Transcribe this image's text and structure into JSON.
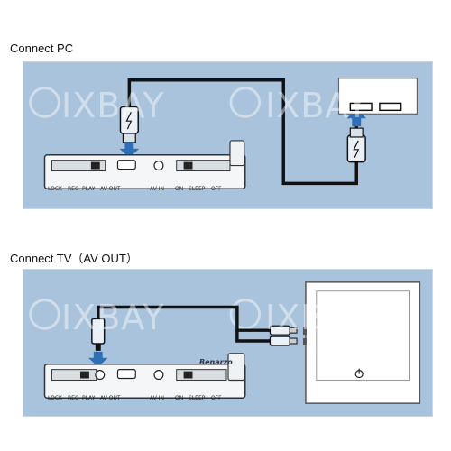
{
  "pc_section": {
    "title": "Connect PC",
    "device_labels": [
      "LOCK",
      "REC",
      "PLAY",
      "AV OUT",
      "AV IN",
      "ON",
      "SLEEP",
      "OFF"
    ]
  },
  "tv_section": {
    "title": "Connect TV（AV OUT）",
    "device_labels": [
      "LOCK",
      "REC",
      "PLAY",
      "AV OUT",
      "AV IN",
      "ON",
      "SLEEP",
      "OFF"
    ],
    "brand": "Benarzo"
  },
  "watermark": "IXBAY",
  "colors": {
    "panel": "#a9c3dc",
    "cable": "#111111",
    "arrow": "#2f6fb6"
  }
}
